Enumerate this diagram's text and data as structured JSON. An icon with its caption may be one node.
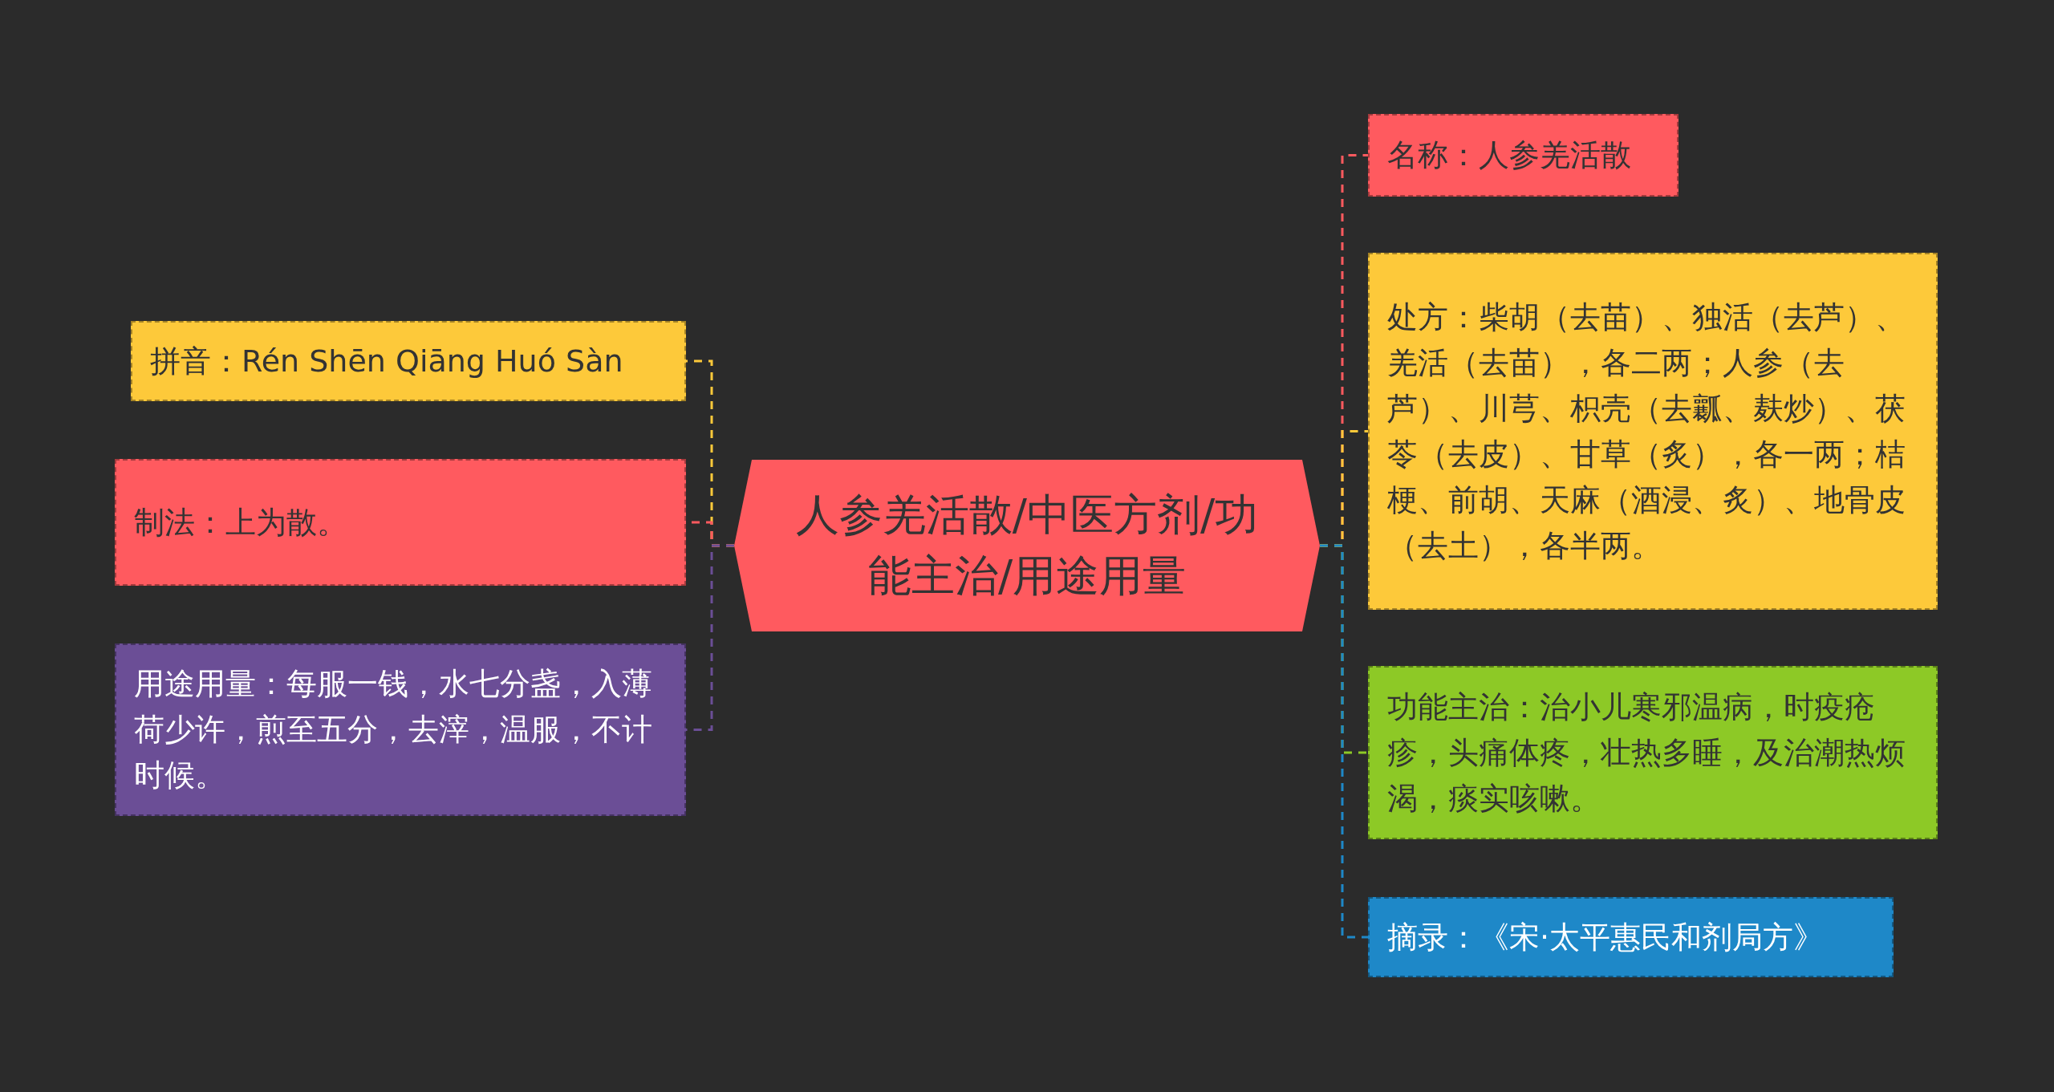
{
  "diagram": {
    "nodes": [
      {
        "text": [
          "人参羌活散/中医方剂/功能主治/用途用量"
        ]
      },
      {
        "text": [
          "拼音：Rén Shēn Qiāng Huó Sàn"
        ]
      },
      {
        "text": [
          "制法：上为散。"
        ]
      },
      {
        "text": [
          "用途用量：每服一钱，水七分盏，入薄荷少许，煎至五分，去滓，温服，不计时候。"
        ]
      },
      {
        "text": [
          "名称：人参羌活散"
        ]
      },
      {
        "text": [
          "处方：柴胡（去苗）、独活（去芦）、羌活（去苗），各二两；人参（去芦）、川芎、枳壳（去瓤、麸炒）、茯苓（去皮）、甘草（炙），各一两；桔梗、前胡、天麻（酒浸、炙）、地骨皮（去土），各半两。"
        ]
      },
      {
        "text": [
          "功能主治：治小儿寒邪温病，时疫疮疹，头痛体疼，壮热多睡，及治潮热烦渴，痰实咳嗽。"
        ]
      },
      {
        "text": [
          "摘录：《宋·太平惠民和剂局方》"
        ]
      }
    ],
    "edges": [
      {
        "from": 0,
        "to": 1,
        "arrow": "none",
        "style": "dashed",
        "color": "#fdc93a"
      },
      {
        "from": 0,
        "to": 2,
        "arrow": "none",
        "style": "dashed",
        "color": "#ff5a5f"
      },
      {
        "from": 0,
        "to": 3,
        "arrow": "none",
        "style": "dashed",
        "color": "#6b4e96"
      },
      {
        "from": 0,
        "to": 4,
        "arrow": "none",
        "style": "dashed",
        "color": "#ff5a5f"
      },
      {
        "from": 0,
        "to": 5,
        "arrow": "none",
        "style": "dashed",
        "color": "#fdc93a"
      },
      {
        "from": 0,
        "to": 6,
        "arrow": "none",
        "style": "dashed",
        "color": "#8dc926"
      },
      {
        "from": 0,
        "to": 7,
        "arrow": "none",
        "style": "dashed",
        "color": "#1e88c8"
      }
    ]
  }
}
